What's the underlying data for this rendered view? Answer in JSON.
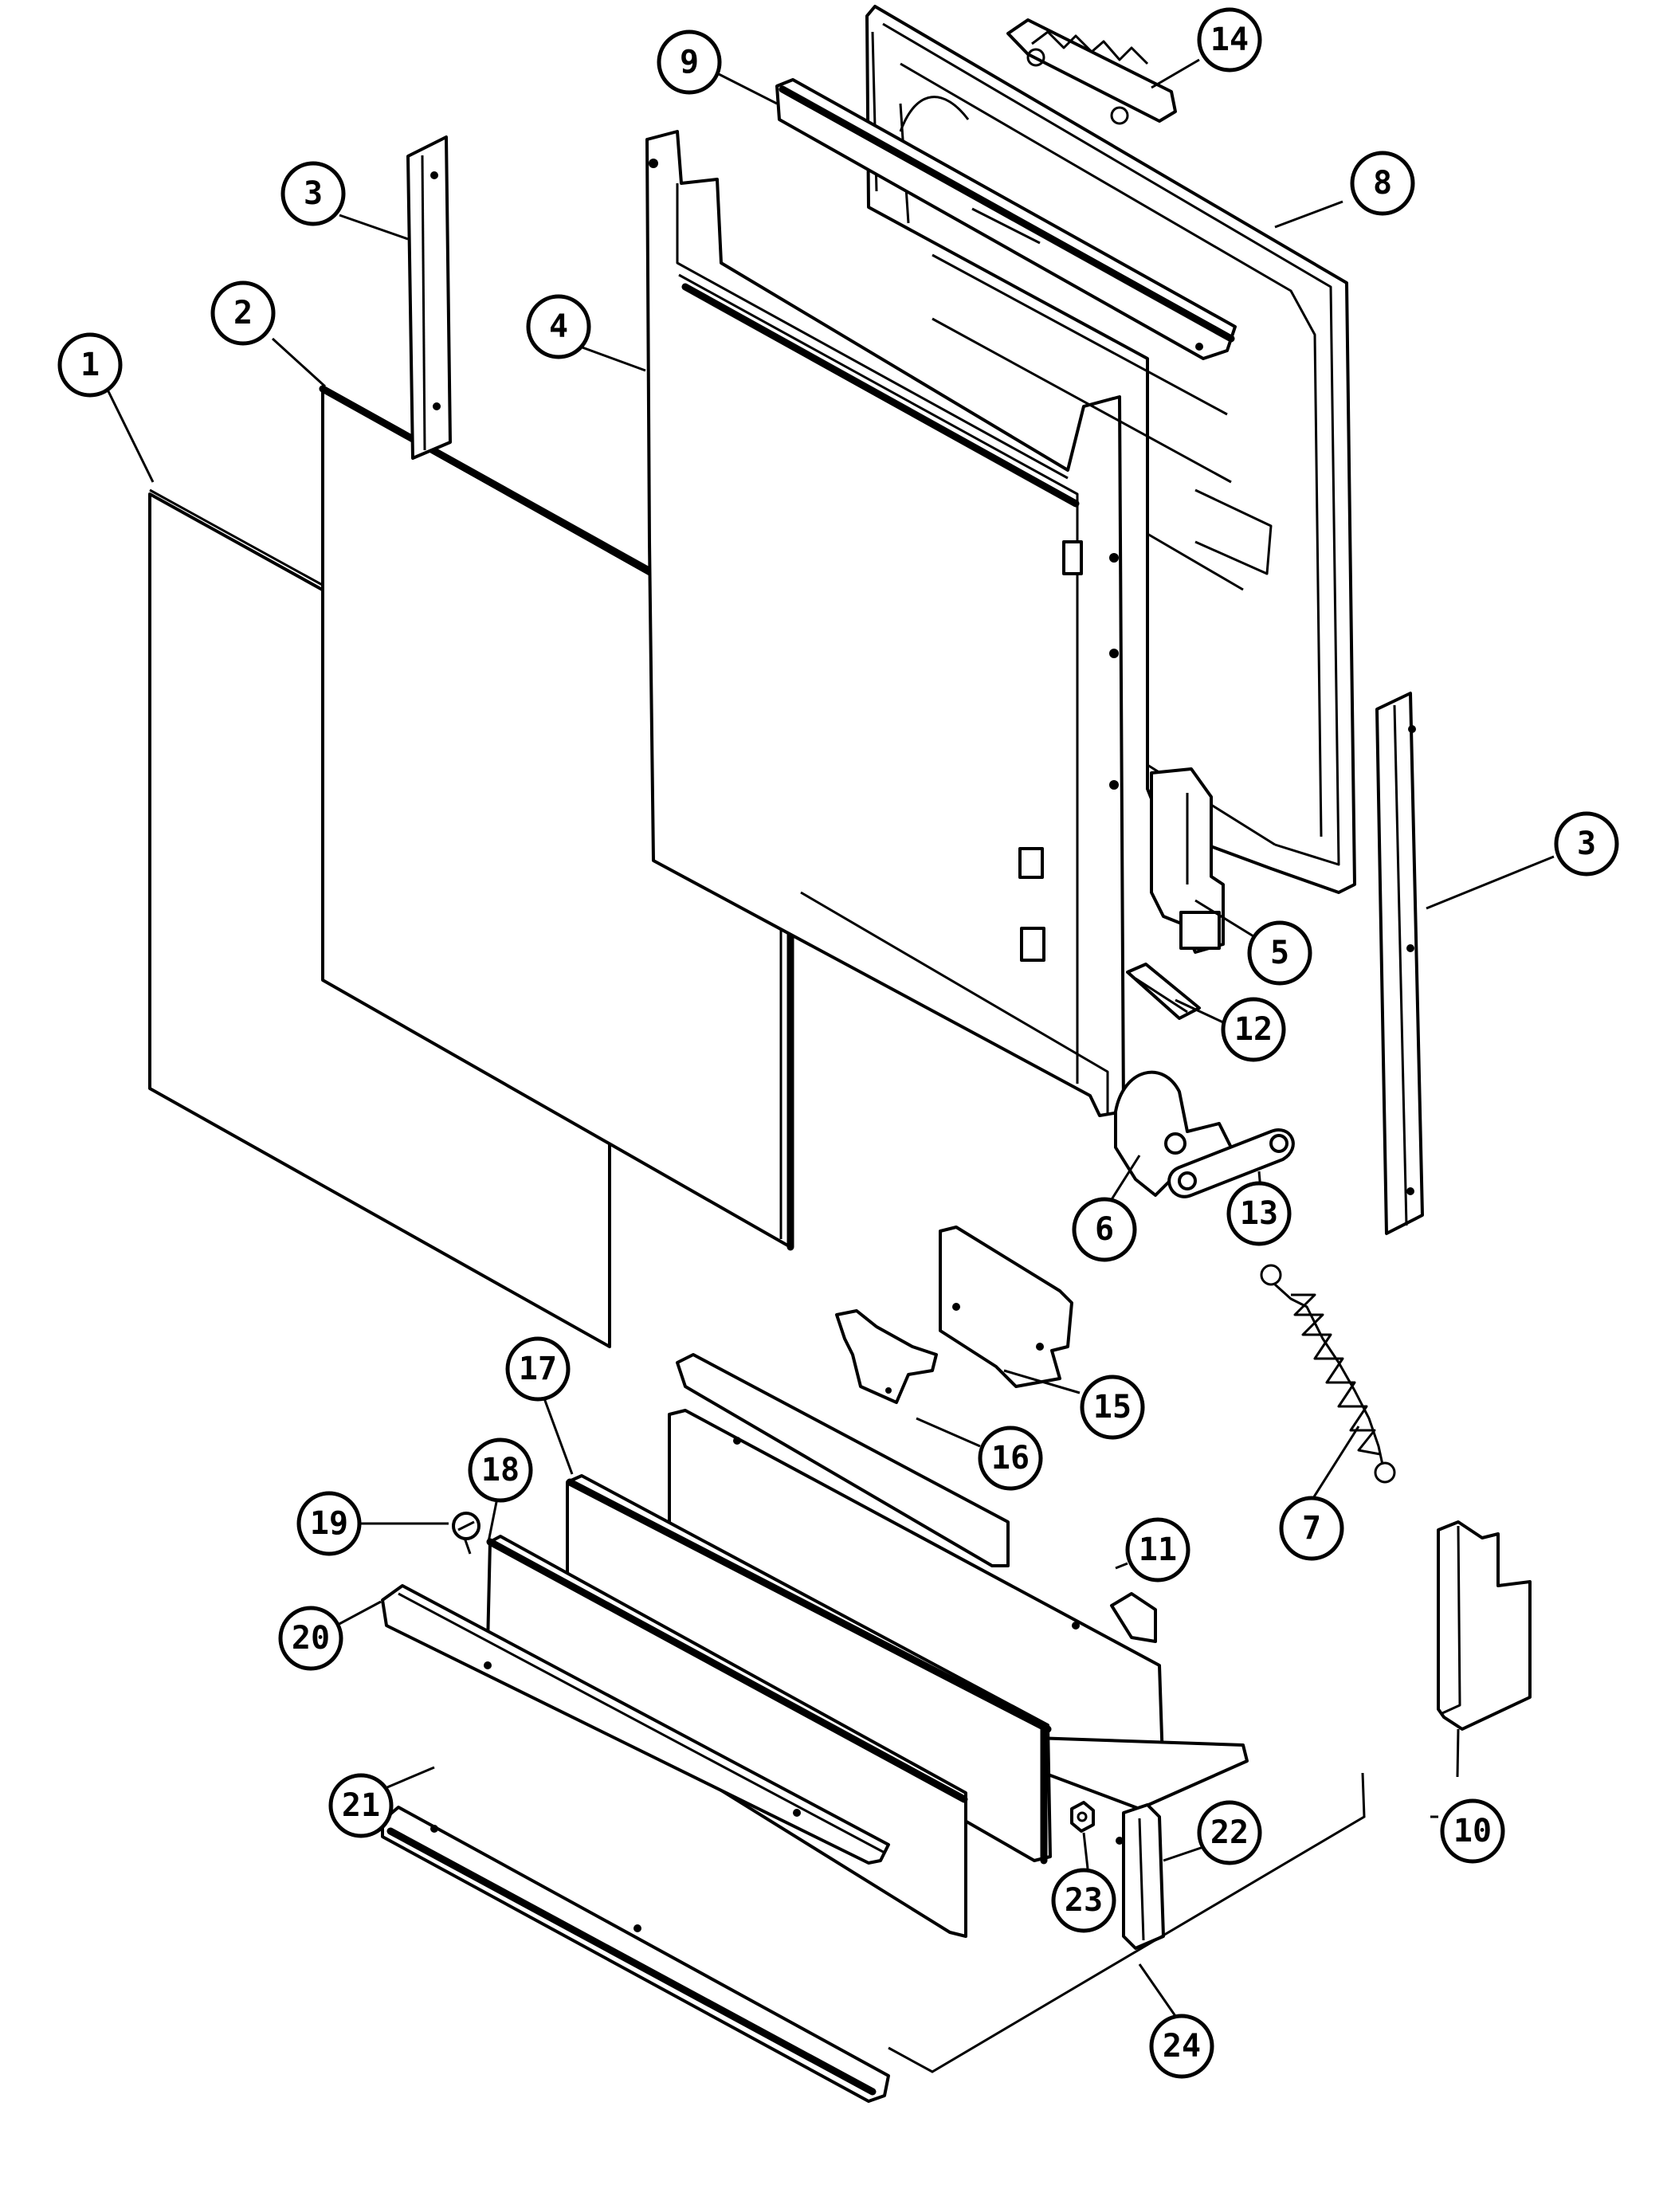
{
  "diagram": {
    "callouts": [
      {
        "id": "c1",
        "label": "1"
      },
      {
        "id": "c2",
        "label": "2"
      },
      {
        "id": "c3a",
        "label": "3"
      },
      {
        "id": "c3b",
        "label": "3"
      },
      {
        "id": "c4",
        "label": "4"
      },
      {
        "id": "c5",
        "label": "5"
      },
      {
        "id": "c6",
        "label": "6"
      },
      {
        "id": "c7",
        "label": "7"
      },
      {
        "id": "c8",
        "label": "8"
      },
      {
        "id": "c9",
        "label": "9"
      },
      {
        "id": "c10",
        "label": "10"
      },
      {
        "id": "c11",
        "label": "11"
      },
      {
        "id": "c12",
        "label": "12"
      },
      {
        "id": "c13",
        "label": "13"
      },
      {
        "id": "c14",
        "label": "14"
      },
      {
        "id": "c15",
        "label": "15"
      },
      {
        "id": "c16",
        "label": "16"
      },
      {
        "id": "c17",
        "label": "17"
      },
      {
        "id": "c18",
        "label": "18"
      },
      {
        "id": "c19",
        "label": "19"
      },
      {
        "id": "c20",
        "label": "20"
      },
      {
        "id": "c21",
        "label": "21"
      },
      {
        "id": "c22",
        "label": "22"
      },
      {
        "id": "c23",
        "label": "23"
      },
      {
        "id": "c24",
        "label": "24"
      }
    ]
  }
}
